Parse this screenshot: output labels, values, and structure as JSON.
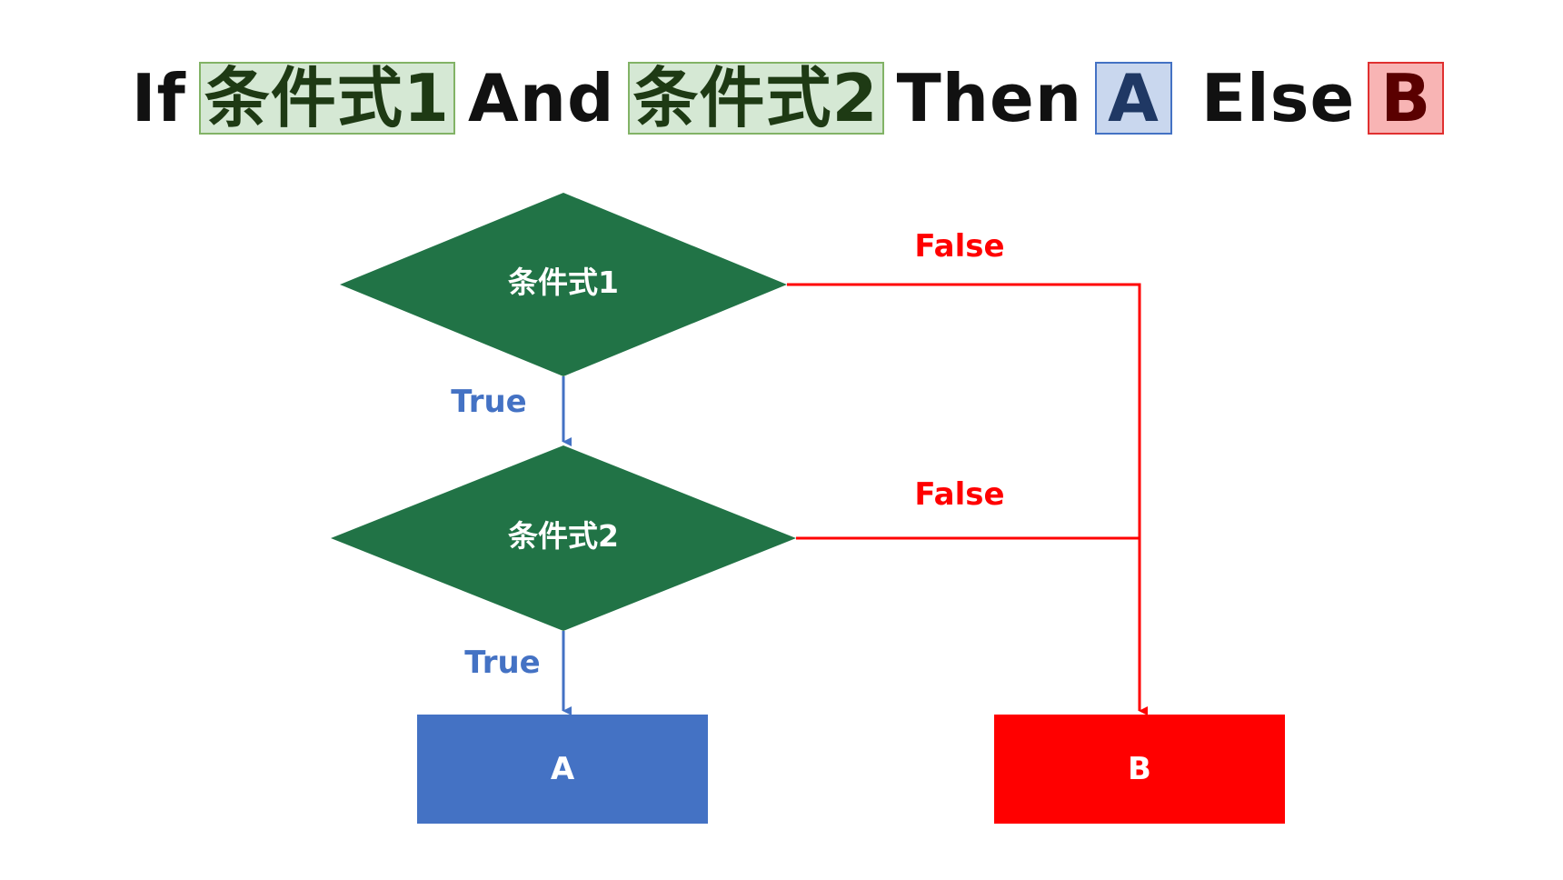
{
  "colors": {
    "decision_fill": "#217346",
    "true_blue": "#4472C4",
    "false_red": "#FF0000",
    "box_a": "#4472C4",
    "box_b": "#FF0000",
    "cond_bg": "#D5E8D4",
    "cond_border": "#82B366",
    "cond_text": "#1E3A14",
    "a_bg": "#C9D7EE",
    "a_border": "#4472C4",
    "a_text": "#1F3864",
    "b_bg": "#F8B4B4",
    "b_border": "#E03030",
    "b_text": "#5A0000"
  },
  "headline": {
    "if": "If",
    "cond1": "条件式1",
    "and": "And",
    "cond2": "条件式2",
    "then": "Then",
    "result_a": "A",
    "else": "Else",
    "result_b": "B"
  },
  "flowchart": {
    "decision1_label": "条件式1",
    "decision2_label": "条件式2",
    "true1_label": "True",
    "true2_label": "True",
    "false1_label": "False",
    "false2_label": "False",
    "box_a_label": "A",
    "box_b_label": "B"
  }
}
